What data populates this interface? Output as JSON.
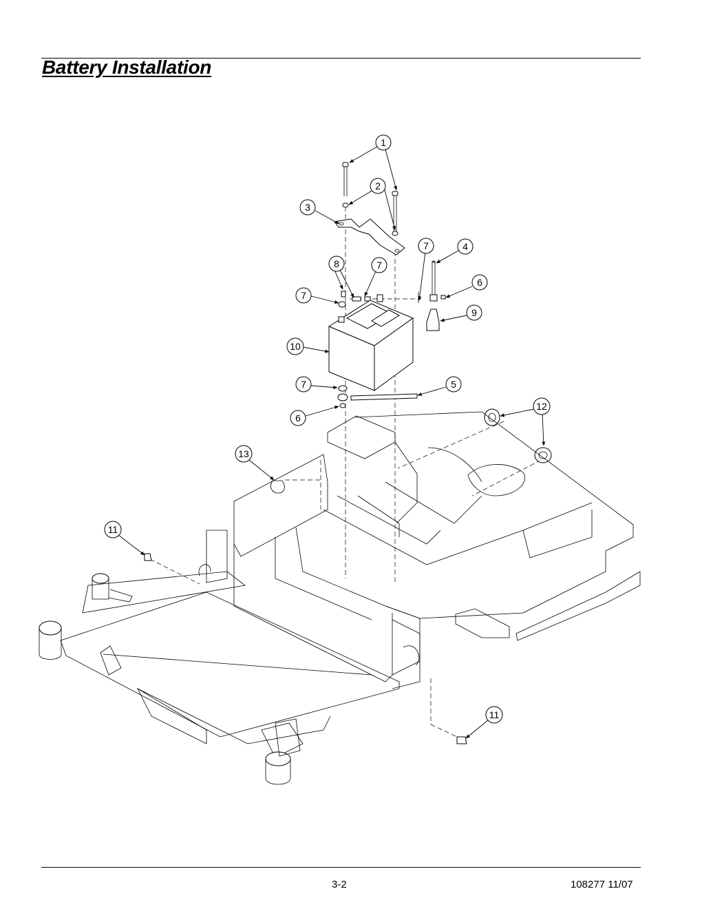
{
  "page": {
    "title": "Battery Installation",
    "page_number": "3-2",
    "doc_ref": "108277 11/07"
  },
  "diagram": {
    "callouts": [
      {
        "id": "c1",
        "label": "1"
      },
      {
        "id": "c2",
        "label": "2"
      },
      {
        "id": "c3",
        "label": "3"
      },
      {
        "id": "c7a",
        "label": "7"
      },
      {
        "id": "c4",
        "label": "4"
      },
      {
        "id": "c8",
        "label": "8"
      },
      {
        "id": "c7b",
        "label": "7"
      },
      {
        "id": "c6a",
        "label": "6"
      },
      {
        "id": "c7c",
        "label": "7"
      },
      {
        "id": "c9",
        "label": "9"
      },
      {
        "id": "c10",
        "label": "10"
      },
      {
        "id": "c7d",
        "label": "7"
      },
      {
        "id": "c5",
        "label": "5"
      },
      {
        "id": "c6b",
        "label": "6"
      },
      {
        "id": "c12",
        "label": "12"
      },
      {
        "id": "c13",
        "label": "13"
      },
      {
        "id": "c11a",
        "label": "11"
      },
      {
        "id": "c11b",
        "label": "11"
      }
    ]
  }
}
